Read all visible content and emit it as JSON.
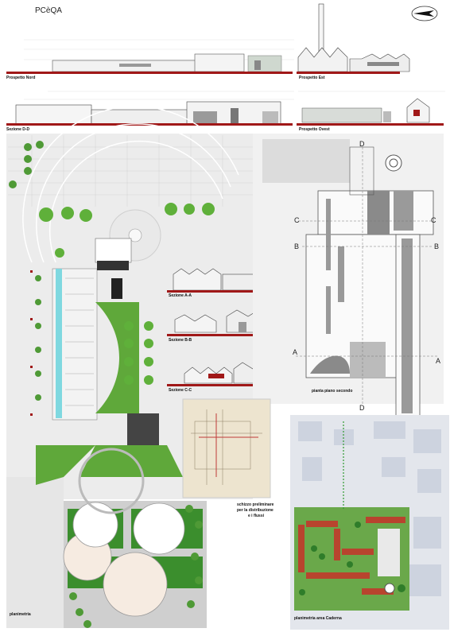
{
  "title": "PCèQA",
  "labels": {
    "prospetto_nord": "Prospetto Nord",
    "prospetto_est": "Prospetto Est",
    "sezione_dd": "Sezione D-D",
    "prospetto_ovest": "Prospetto Ovest",
    "sezione_aa": "Sezione A-A",
    "sezione_bb": "Sezione B-B",
    "sezione_cc": "Sezione C-C",
    "pianta_piano_secondo": "pianta piano secondo",
    "schizzo_line1": "schizzo preliminare",
    "schizzo_line2": "per la distribuzione",
    "schizzo_line3": "e i flussi",
    "planimetria": "planimetria",
    "planimetria_area": "planimetria area Caderna"
  },
  "section_markers": {
    "d_top": "D",
    "d_bottom": "D",
    "c_left": "C",
    "c_right": "C",
    "b_left": "B",
    "b_right": "B",
    "a_left": "A",
    "a_right": "A"
  },
  "colors": {
    "red_line": "#a01818",
    "grass": "#5fa83a",
    "dark_grass": "#2f7d2a",
    "paving": "#d9d9d9",
    "water": "#7fd8e0",
    "building_grey": "#9a9a9a",
    "roof_red": "#b8442e"
  }
}
